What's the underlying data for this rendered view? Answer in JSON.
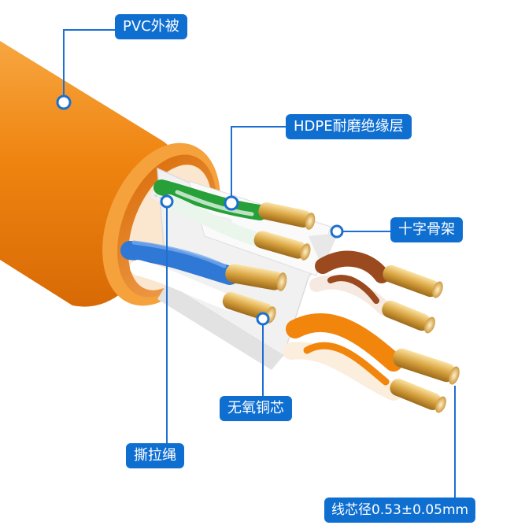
{
  "labels": {
    "pvc_jacket": "PVC外被",
    "hdpe_insulation": "HDPE耐磨绝缘层",
    "cross_separator": "十字骨架",
    "copper_core": "无氧铜芯",
    "rip_cord": "撕拉绳",
    "core_diameter": "线芯径0.53±0.05mm"
  },
  "colors": {
    "jacket": "#f2860d",
    "label_bg": "#0f6fd1",
    "leader_line": "#1d6fd0",
    "separator": "#f4f4f4",
    "pair_green": "#27a03a",
    "pair_blue": "#2f78d6",
    "pair_brown": "#9a4a1e",
    "pair_orange": "#f2860d",
    "copper": "#d9a441"
  }
}
